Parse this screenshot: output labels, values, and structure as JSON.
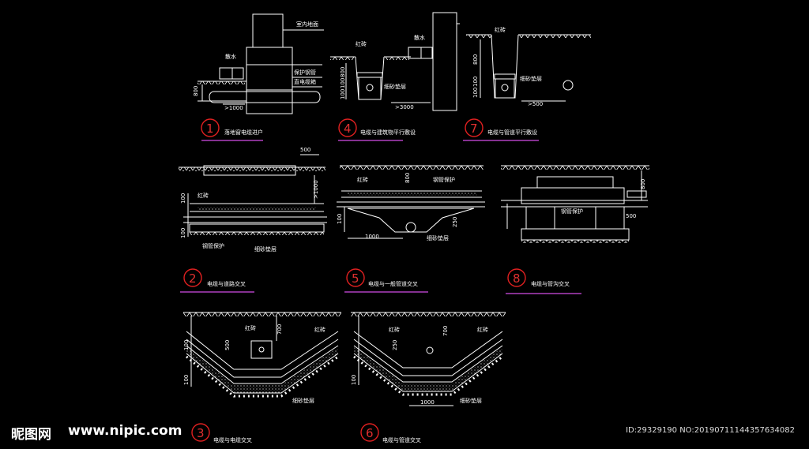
{
  "colors": {
    "background": "#000000",
    "line": "#ffffff",
    "circle": "#e02020",
    "underline": "#b040c0"
  },
  "details": [
    {
      "num": "1",
      "caption": "落地窗电缆进户",
      "labels": [
        "室内地面",
        "散水",
        "保护钢管",
        "直电缆箱"
      ],
      "dims": [
        "800",
        ">1000"
      ]
    },
    {
      "num": "4",
      "caption": "电缆与建筑物平行敷设",
      "labels": [
        "红砖",
        "散水",
        "细砂垫层"
      ],
      "dims": [
        "800",
        "100",
        "100",
        ">3000"
      ]
    },
    {
      "num": "7",
      "caption": "电缆与管道平行敷设",
      "labels": [
        "红砖",
        "细砂垫层"
      ],
      "dims": [
        "800",
        "100",
        "100",
        ">500"
      ]
    },
    {
      "num": "2",
      "caption": "电缆与道路交叉",
      "labels": [
        "红砖",
        "钢管保护",
        "细砂垫层"
      ],
      "dims": [
        "500",
        ">1000",
        "100",
        "100"
      ]
    },
    {
      "num": "5",
      "caption": "电缆与一般管道交叉",
      "labels": [
        "红砖",
        "钢管保护",
        "细砂垫层"
      ],
      "dims": [
        "800",
        "250",
        "100",
        "1000"
      ]
    },
    {
      "num": "8",
      "caption": "电缆与管沟交叉",
      "labels": [
        "钢管保护"
      ],
      "dims": [
        "800",
        "500"
      ]
    },
    {
      "num": "3",
      "caption": "电缆与电缆交叉",
      "labels": [
        "红砖",
        "红砖",
        "细砂垫层"
      ],
      "dims": [
        "100",
        "500",
        "700",
        "100"
      ]
    },
    {
      "num": "6",
      "caption": "电缆与管道交叉",
      "labels": [
        "红砖",
        "红砖",
        "细砂垫层"
      ],
      "dims": [
        "100",
        "250",
        "700",
        "1000"
      ]
    }
  ],
  "watermark": {
    "brand": "昵图网",
    "url": "www.nipic.com",
    "id": "ID:29329190 NO:20190711144357634082"
  }
}
